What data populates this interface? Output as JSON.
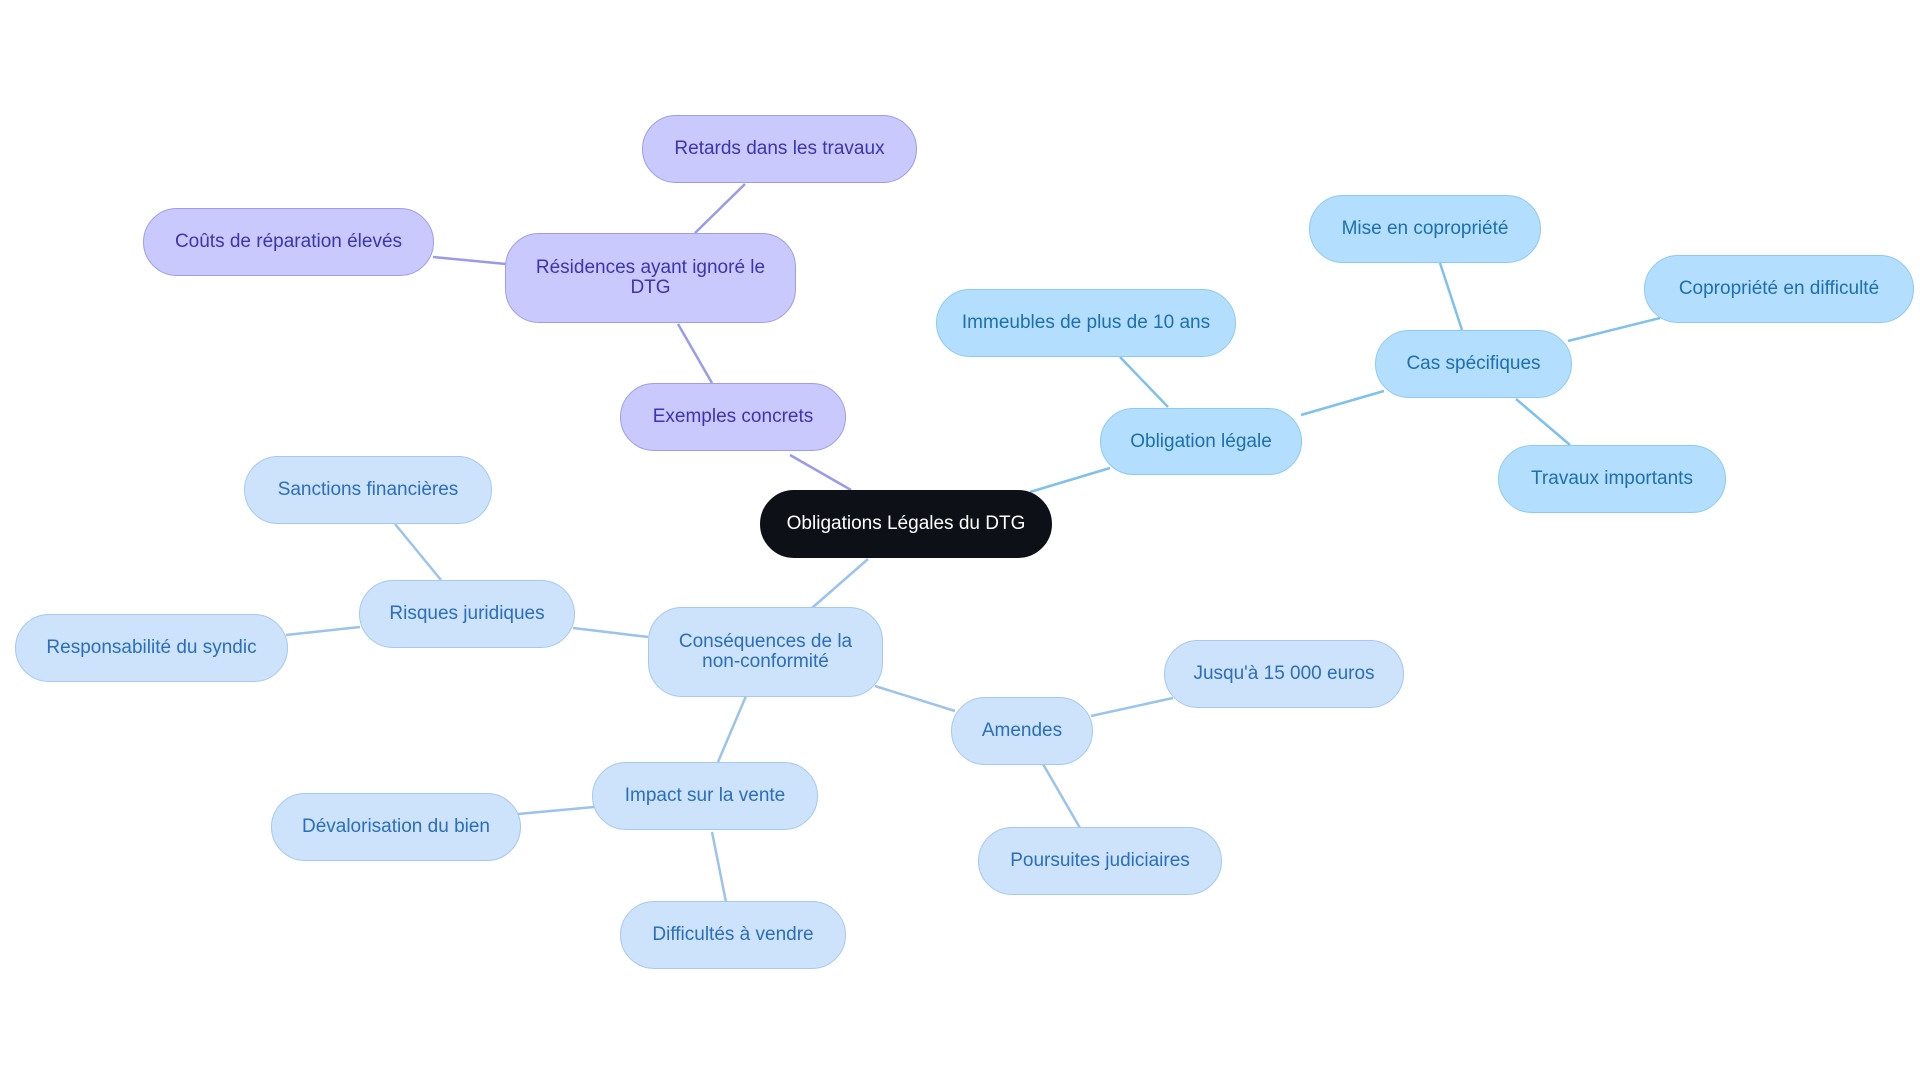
{
  "colors": {
    "root_fill": "#0d1117",
    "purple_fill": "#c9c9fd",
    "purple_text": "#3a35b0",
    "purple_link": "#9a9aea",
    "sky_fill": "#b4defd",
    "sky_text": "#1d6fb0",
    "sky_link": "#7fc0ec",
    "pale_fill": "#cde2fb",
    "pale_text": "#2a6ebc",
    "pale_link": "#9cc3ec"
  },
  "nodes": {
    "root": "Obligations Légales du DTG",
    "exemples": "Exemples concrets",
    "residences": [
      "Résidences ayant ignoré le",
      "DTG"
    ],
    "retards": "Retards dans les travaux",
    "couts": "Coûts de réparation élevés",
    "obligation": "Obligation légale",
    "immeubles": "Immeubles de plus de 10 ans",
    "cas": "Cas spécifiques",
    "mise": "Mise en copropriété",
    "copro": "Copropriété en difficulté",
    "travaux": "Travaux importants",
    "consequences": [
      "Conséquences de la",
      "non-conformité"
    ],
    "risques": "Risques juridiques",
    "sanctions": "Sanctions financières",
    "responsabilite": "Responsabilité du syndic",
    "amendes": "Amendes",
    "jusqua": "Jusqu'à 15 000 euros",
    "poursuites": "Poursuites judiciaires",
    "impact": "Impact sur la vente",
    "devalorisation": "Dévalorisation du bien",
    "difficultes": "Difficultés à vendre"
  }
}
